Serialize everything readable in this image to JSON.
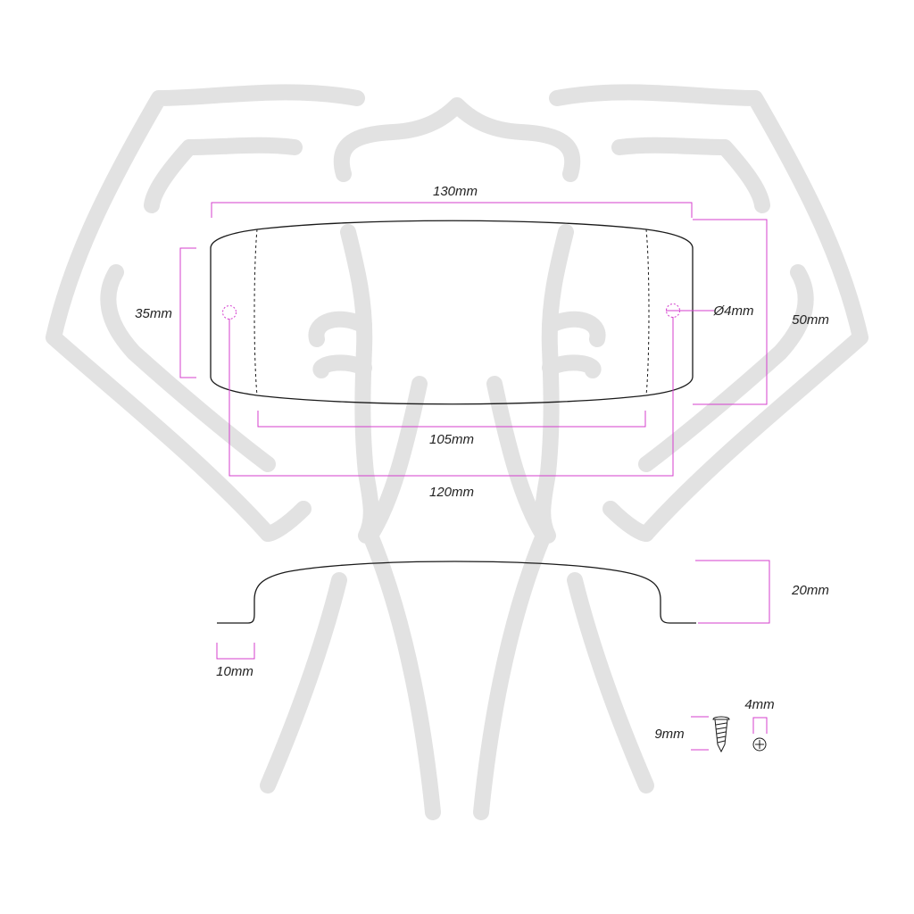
{
  "colors": {
    "dimension": "#d43fce",
    "outline": "#1a1a1a",
    "watermark": "#e2e2e2",
    "text": "#222222"
  },
  "watermark": {
    "icon": "ornamental-logo-watermark"
  },
  "top_view": {
    "overall_length": "130mm",
    "center_length": "105mm",
    "hole_spacing": "120mm",
    "end_width": "35mm",
    "center_width": "50mm",
    "hole_diameter": "Ø4mm"
  },
  "side_view": {
    "height": "20mm",
    "foot_length": "10mm"
  },
  "screw": {
    "icon": "screw-icon",
    "head_icon": "phillips-screw-head-icon",
    "length": "9mm",
    "head_diameter": "4mm"
  }
}
